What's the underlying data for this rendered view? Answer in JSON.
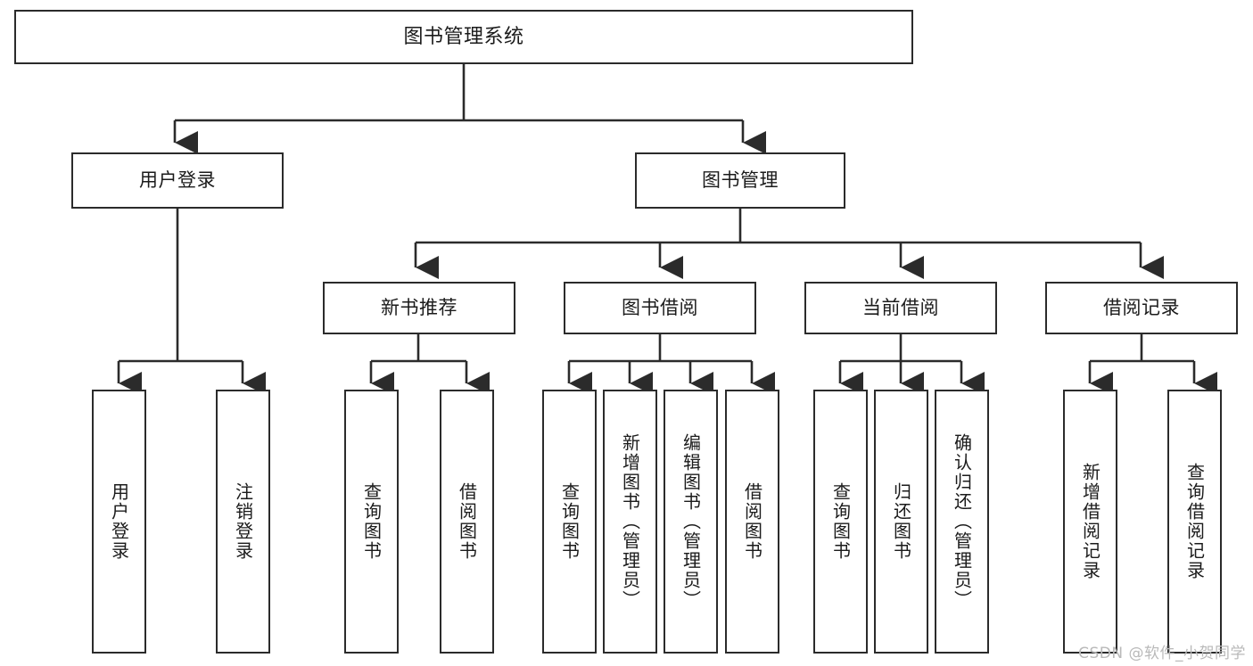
{
  "diagram": {
    "title": "图书管理系统",
    "type": "tree",
    "colors": {
      "stroke": "#2b2b2b",
      "fill": "#ffffff",
      "text": "#1b1b1b",
      "watermark": "#b9b9b9"
    },
    "levels": {
      "root": {
        "label": "图书管理系统"
      },
      "level2": [
        {
          "label": "用户登录"
        },
        {
          "label": "图书管理"
        }
      ],
      "level3": [
        {
          "label": "新书推荐"
        },
        {
          "label": "图书借阅"
        },
        {
          "label": "当前借阅"
        },
        {
          "label": "借阅记录"
        }
      ],
      "leaves": {
        "user_login": [
          {
            "label": "用户登录"
          },
          {
            "label": "注销登录"
          }
        ],
        "new_book_recommend": [
          {
            "label": "查询图书"
          },
          {
            "label": "借阅图书"
          }
        ],
        "book_borrow": [
          {
            "label": "查询图书"
          },
          {
            "label": "新增图书（管理员）"
          },
          {
            "label": "编辑图书（管理员）"
          },
          {
            "label": "借阅图书"
          }
        ],
        "current_borrow": [
          {
            "label": "查询图书"
          },
          {
            "label": "归还图书"
          },
          {
            "label": "确认归还（管理员）"
          }
        ],
        "borrow_record": [
          {
            "label": "新增借阅记录"
          },
          {
            "label": "查询借阅记录"
          }
        ]
      }
    },
    "watermark": "CSDN @软件_小贺同学"
  }
}
